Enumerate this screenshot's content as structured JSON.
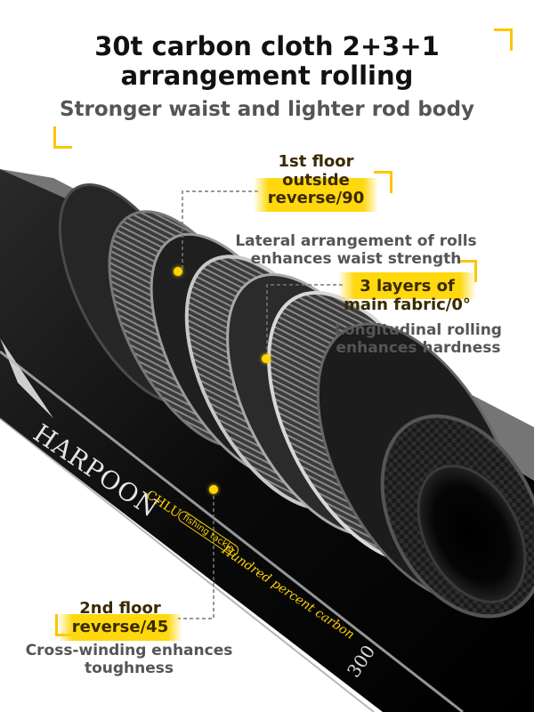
{
  "headline": {
    "title": "30t carbon cloth 2+3+1 arrangement rolling",
    "subtitle": "Stronger waist and lighter rod body"
  },
  "callouts": {
    "first_floor": {
      "label": "1st floor outside reverse/90",
      "description": "Lateral arrangement of rolls enhances waist strength"
    },
    "main_layers": {
      "label": "3 layers of main fabric/0°",
      "description": "Longitudinal rolling enhances hardness"
    },
    "second_floor": {
      "label": "2nd floor reverse/45",
      "description": "Cross-winding enhances toughness"
    }
  },
  "rod_print": {
    "brand": "HARPOON",
    "model": "CHLU",
    "badge": "fishing tackle",
    "material": "Hundred percent carbon",
    "length": "300"
  },
  "colors": {
    "highlight": "#ffd400",
    "accent": "#ffc400",
    "title_text": "#111111",
    "subtitle_text": "#555555",
    "rod_dark": "#0e0e0e"
  }
}
